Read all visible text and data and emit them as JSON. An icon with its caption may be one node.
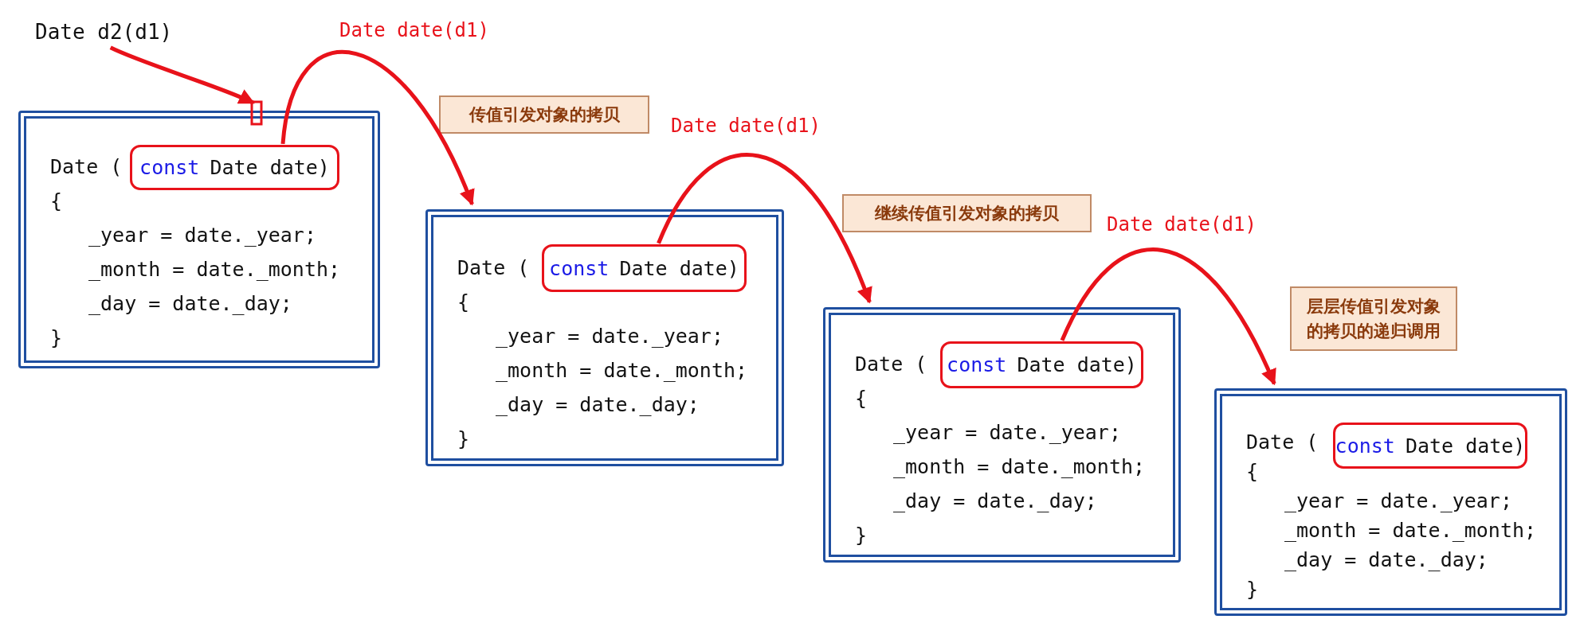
{
  "diagram": {
    "nodes": [
      {
        "text": [
          "Date d2(d1)"
        ]
      },
      {
        "text": [
          "Date (",
          "{",
          "_year = date._year;",
          "_month = date._month;",
          "_day = date._day;",
          "}"
        ]
      },
      {
        "text": [
          "const",
          "Date date)"
        ],
        "in": 1
      },
      {
        "text": [
          "传值引发对象的拷贝"
        ]
      },
      {
        "text": [
          "Date (",
          "{",
          "_year = date._year;",
          "_month = date._month;",
          "_day = date._day;",
          "}"
        ]
      },
      {
        "text": [
          "const",
          "Date date)"
        ],
        "in": 4
      },
      {
        "text": [
          "继续传值引发对象的拷贝"
        ]
      },
      {
        "text": [
          "Date (",
          "{",
          "_year = date._year;",
          "_month = date._month;",
          "_day = date._day;",
          "}"
        ]
      },
      {
        "text": [
          "const",
          "Date date)"
        ],
        "in": 7
      },
      {
        "text": [
          "层层传值引发对象的拷贝的递归调用"
        ]
      },
      {
        "text": [
          "Date (",
          "{",
          "_year = date._year;",
          "_month = date._month;",
          "_day = date._day;",
          "}"
        ]
      },
      {
        "text": [
          "const",
          "Date date)"
        ],
        "in": 10
      }
    ],
    "edges": [
      {
        "from": 0,
        "to": 1,
        "arrow": "to"
      },
      {
        "from": 2,
        "to": 4,
        "arrow": "to",
        "label": "Date date(d1)"
      },
      {
        "from": 5,
        "to": 7,
        "arrow": "to",
        "label": "Date date(d1)"
      },
      {
        "from": 8,
        "to": 10,
        "arrow": "to",
        "label": "Date date(d1)"
      }
    ]
  }
}
